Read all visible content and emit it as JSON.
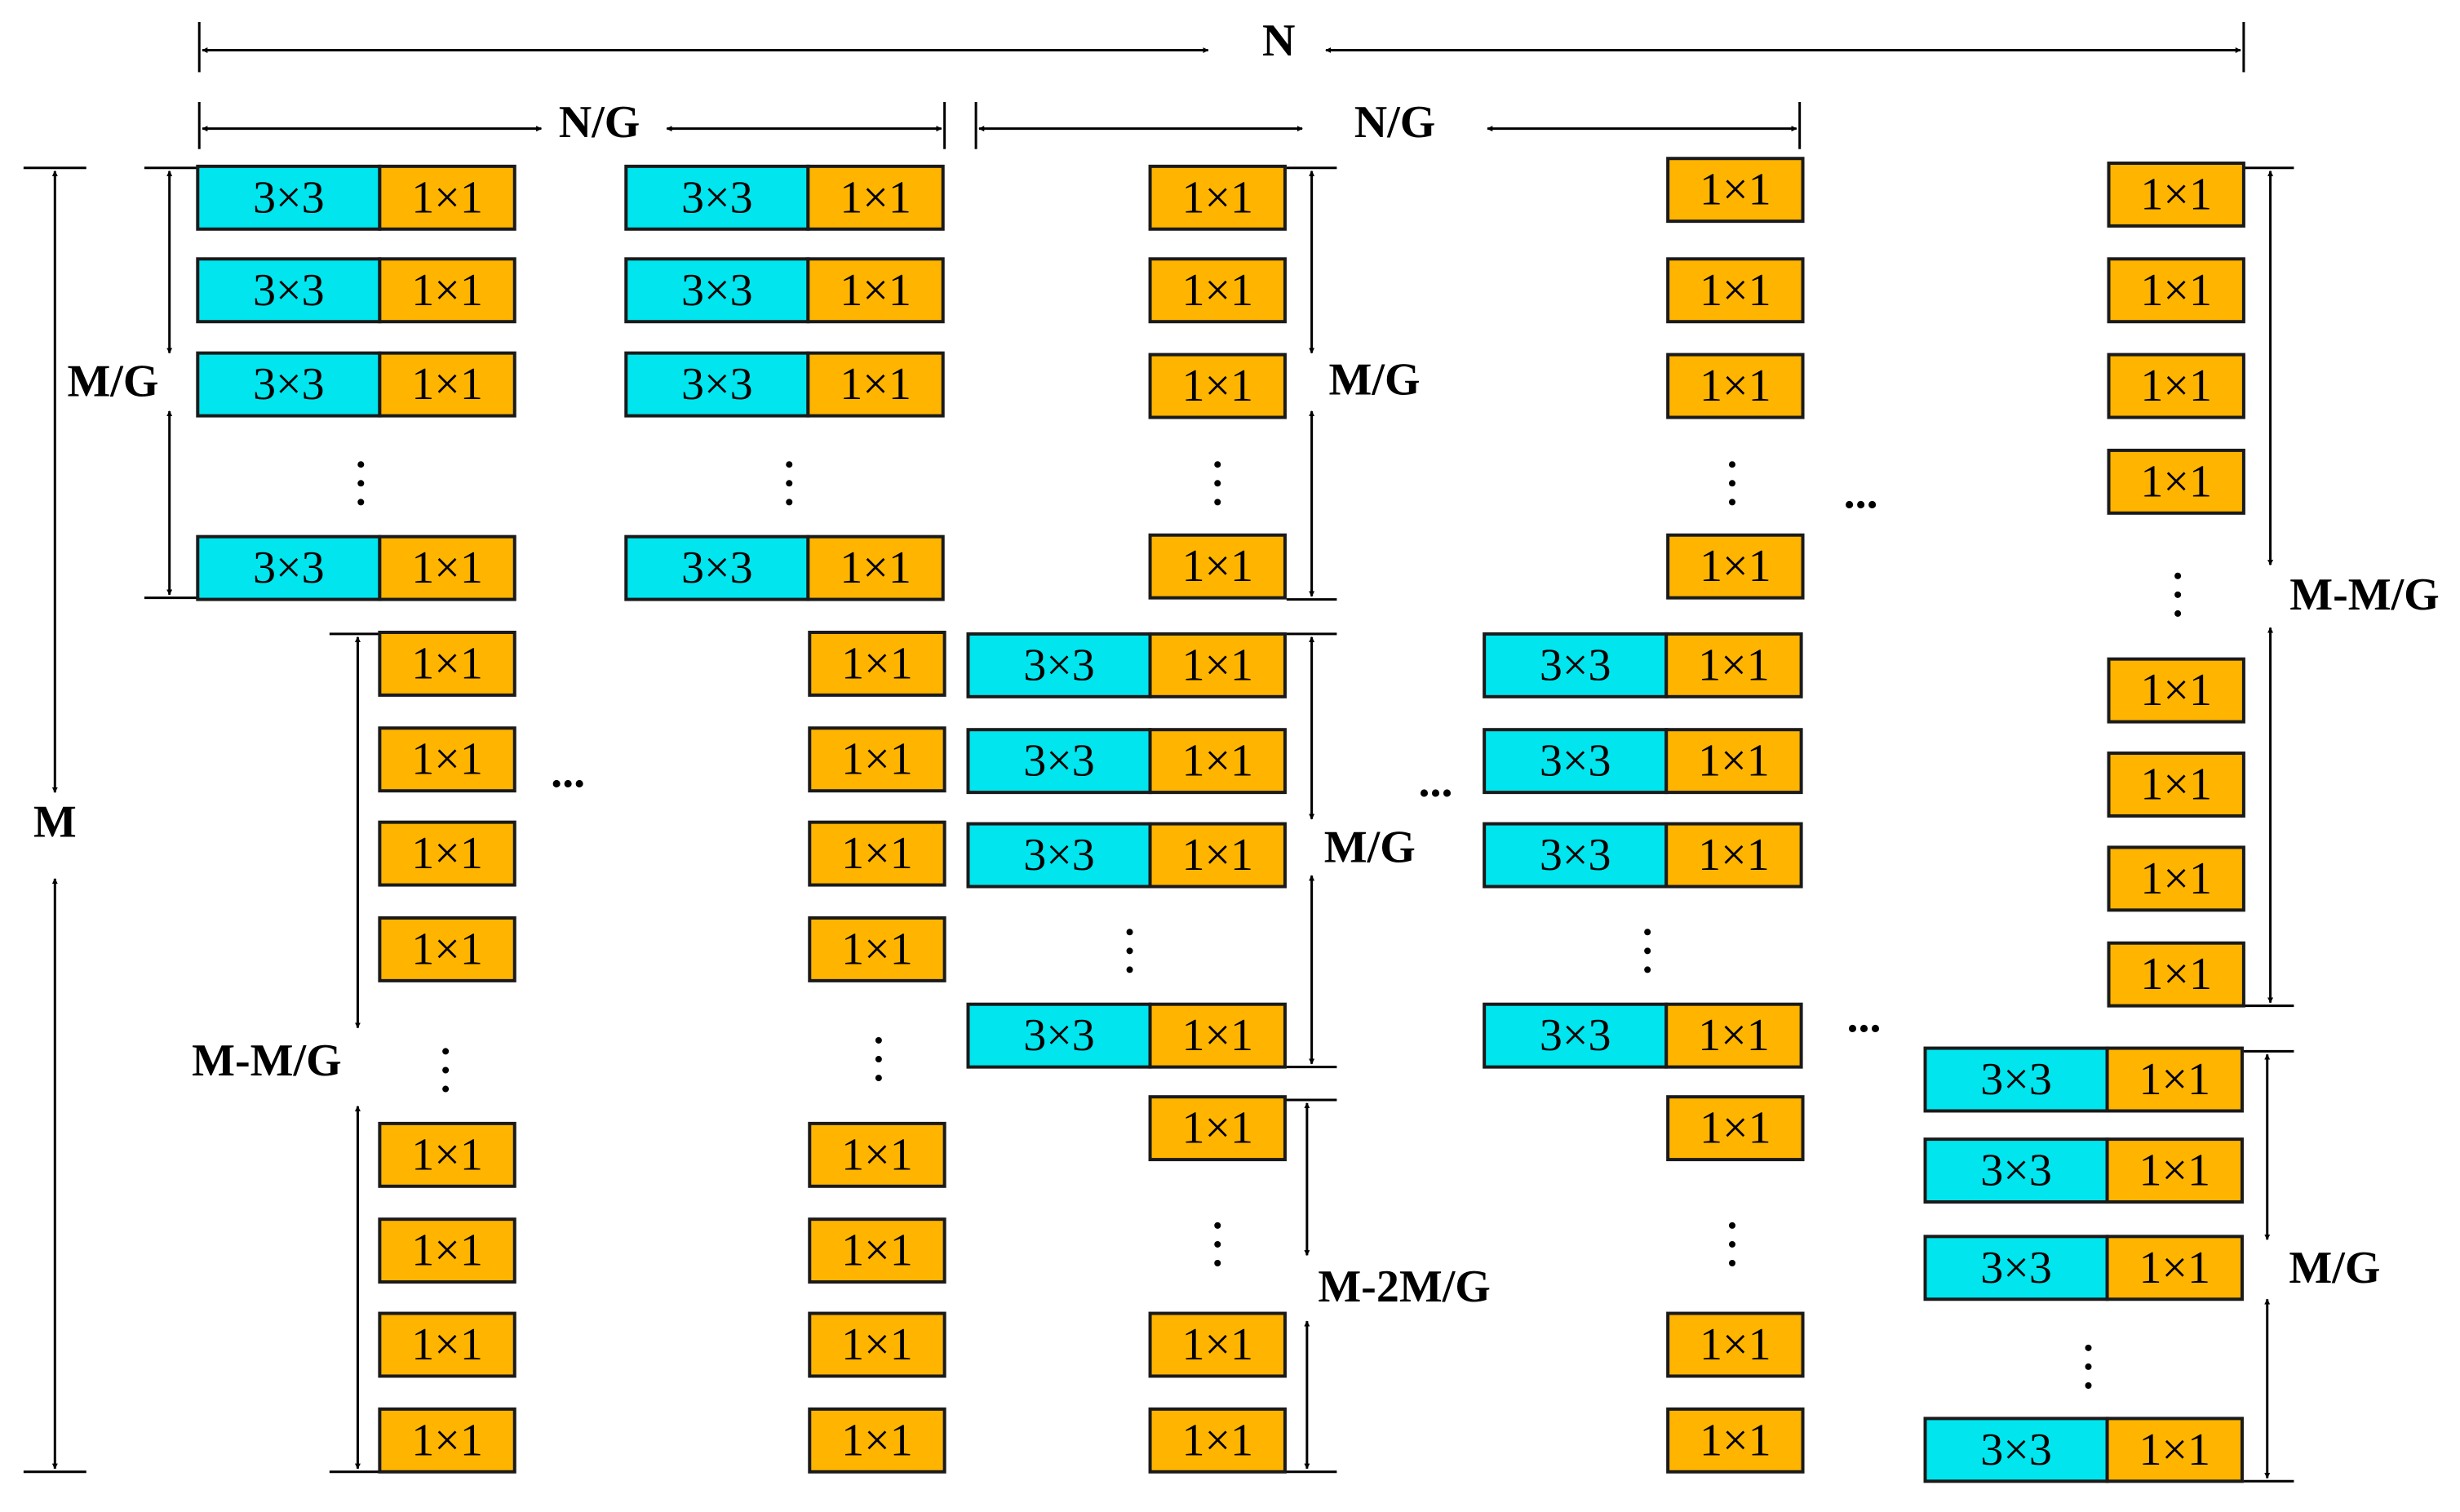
{
  "diagram": {
    "labels": {
      "n_total": "N",
      "n_over_g": "N/G",
      "m_total": "M",
      "m_over_g": "M/G",
      "m_minus_m_over_g": "M-M/G",
      "m_minus_2m_over_g": "M-2M/G",
      "ellipsis": "..."
    },
    "blocks": {
      "conv3": "3×3",
      "conv1": "1×1"
    },
    "colors": {
      "conv3_fill": "#00e5ee",
      "conv1_fill": "#ffb400",
      "stroke": "#1a1a1a",
      "line": "#000000"
    }
  }
}
